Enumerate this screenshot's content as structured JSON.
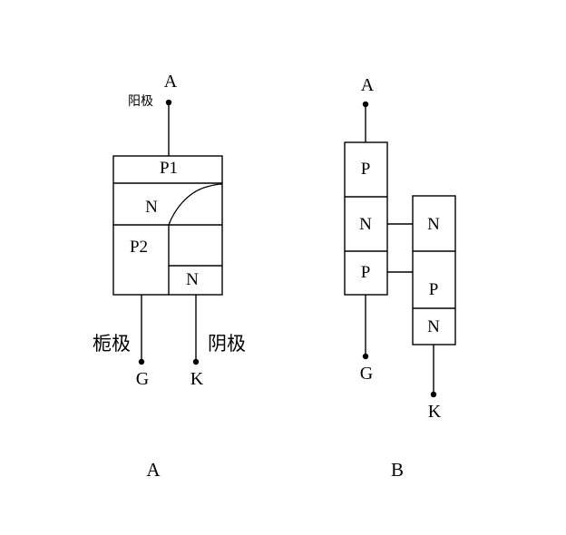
{
  "figure": {
    "title": "Thyristor (SCR) structure and two-transistor equivalent",
    "stroke_color": "#000000",
    "background_color": "#ffffff"
  },
  "sub_figures": [
    {
      "id": "A",
      "caption": "A",
      "description": "Four-layer PNPN cross-section",
      "layers": [
        {
          "name": "P1",
          "label": "P1"
        },
        {
          "name": "N1",
          "label": "N"
        },
        {
          "name": "P2",
          "label": "P2"
        },
        {
          "name": "N2",
          "label": "N"
        }
      ],
      "terminals": [
        {
          "id": "anode",
          "letter": "A",
          "cn_label": "阳极"
        },
        {
          "id": "gate",
          "letter": "G",
          "cn_label": "栀极"
        },
        {
          "id": "cathode",
          "letter": "K",
          "cn_label": "阴极"
        }
      ]
    },
    {
      "id": "B",
      "caption": "B",
      "description": "Two-transistor equivalent model",
      "left_column": {
        "name": "pnp-transistor",
        "layers": [
          {
            "label": "P"
          },
          {
            "label": "N"
          },
          {
            "label": "P"
          }
        ]
      },
      "right_column": {
        "name": "npn-transistor",
        "layers": [
          {
            "label": "N"
          },
          {
            "label": "P"
          },
          {
            "label": "N"
          }
        ]
      },
      "terminals": [
        {
          "id": "anode",
          "letter": "A"
        },
        {
          "id": "gate",
          "letter": "G"
        },
        {
          "id": "cathode",
          "letter": "K"
        }
      ]
    }
  ],
  "labels": {
    "a_anode_letter": "A",
    "a_anode_cn": "阳极",
    "a_layer_p1": "P1",
    "a_layer_n1": "N",
    "a_layer_p2": "P2",
    "a_layer_n2": "N",
    "a_gate_cn": "栀极",
    "a_gate_letter": "G",
    "a_cathode_cn": "阴极",
    "a_cathode_letter": "K",
    "a_caption": "A",
    "b_anode_letter": "A",
    "b_left_p_top": "P",
    "b_left_n_mid": "N",
    "b_left_p_bot": "P",
    "b_right_n_top": "N",
    "b_right_p_mid": "P",
    "b_right_n_bot": "N",
    "b_gate_letter": "G",
    "b_cathode_letter": "K",
    "b_caption": "B"
  }
}
